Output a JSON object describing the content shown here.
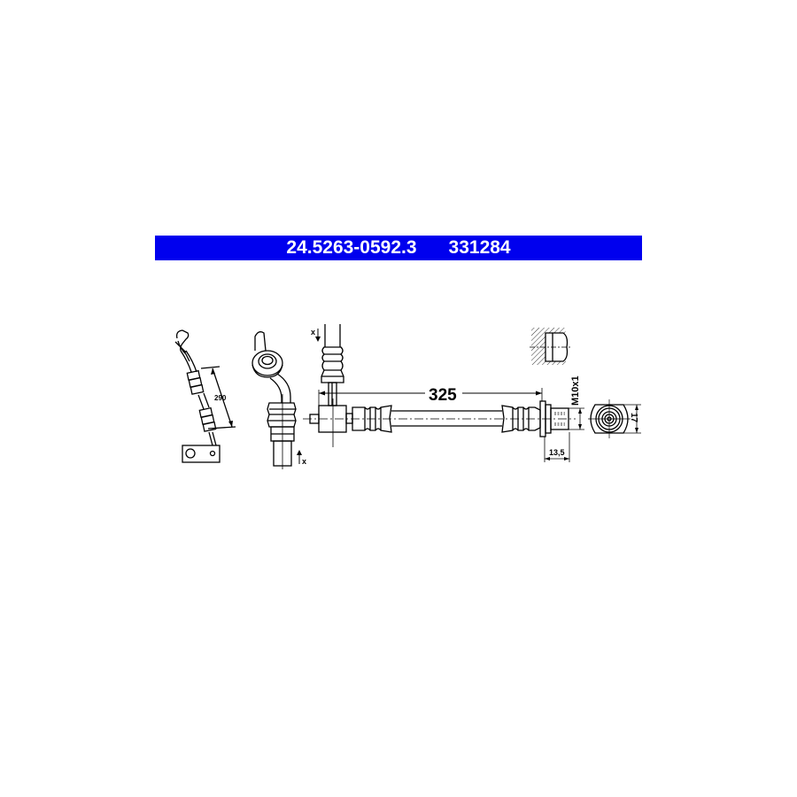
{
  "header": {
    "part_number": "24.5263-0592.3",
    "ref_number": "331284",
    "background_color": "#0000ee",
    "text_color": "#ffffff"
  },
  "diagram": {
    "views": [
      {
        "name": "side-view-installed",
        "dimension": "290"
      },
      {
        "name": "banjo-fitting-view",
        "marker": "x"
      },
      {
        "name": "front-view-main",
        "dimension_length": "325",
        "marker": "x"
      },
      {
        "name": "thread-detail-section"
      },
      {
        "name": "end-fitting",
        "thread": "M10x1",
        "length": "13,5"
      },
      {
        "name": "end-view-nut",
        "across_flats": "17"
      }
    ],
    "labels": {
      "dim_290": "290",
      "marker_x_top": "x",
      "marker_x_bottom": "x",
      "dim_325": "325",
      "thread_spec": "M10x1",
      "dim_13_5": "13,5",
      "dim_17": "17"
    }
  }
}
